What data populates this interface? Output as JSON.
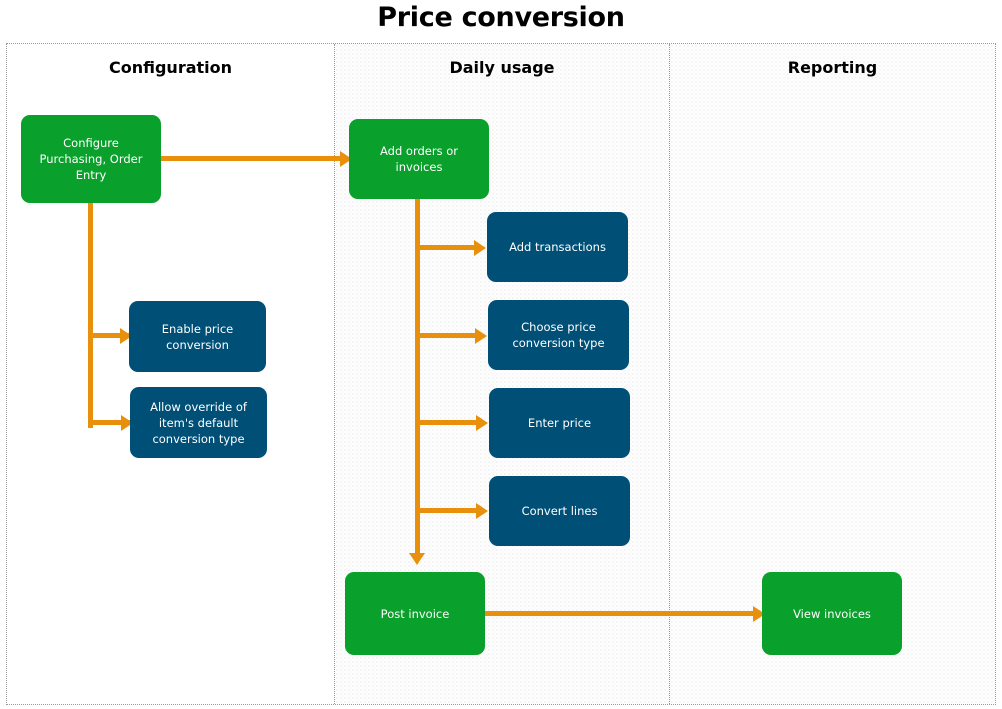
{
  "title": "Price conversion",
  "lanes": [
    {
      "id": "configuration",
      "label": "Configuration"
    },
    {
      "id": "daily-usage",
      "label": "Daily usage"
    },
    {
      "id": "reporting",
      "label": "Reporting"
    }
  ],
  "colors": {
    "green": "#0AA02C",
    "navy": "#004F76",
    "orange": "#E8900C",
    "lane_border": "#9A9A9A",
    "title_text": "#000000",
    "node_text": "#FFFFFF"
  },
  "nodes": [
    {
      "id": "configure-purchasing-order-entry",
      "lane": "configuration",
      "type": "green",
      "label": "Configure Purchasing, Order Entry"
    },
    {
      "id": "enable-price-conversion",
      "lane": "configuration",
      "type": "navy",
      "label": "Enable price conversion"
    },
    {
      "id": "allow-override-conversion-type",
      "lane": "configuration",
      "type": "navy",
      "label": "Allow override of item's default conversion type"
    },
    {
      "id": "add-orders-or-invoices",
      "lane": "daily-usage",
      "type": "green",
      "label": "Add orders or invoices"
    },
    {
      "id": "add-transactions",
      "lane": "daily-usage",
      "type": "navy",
      "label": "Add transactions"
    },
    {
      "id": "choose-price-conversion-type",
      "lane": "daily-usage",
      "type": "navy",
      "label": "Choose price conversion type"
    },
    {
      "id": "enter-price",
      "lane": "daily-usage",
      "type": "navy",
      "label": "Enter price"
    },
    {
      "id": "convert-lines",
      "lane": "daily-usage",
      "type": "navy",
      "label": "Convert lines"
    },
    {
      "id": "post-invoice",
      "lane": "daily-usage",
      "type": "green",
      "label": "Post invoice"
    },
    {
      "id": "view-invoices",
      "lane": "reporting",
      "type": "green",
      "label": "View invoices"
    }
  ],
  "edges": [
    {
      "from": "configure-purchasing-order-entry",
      "to": "add-orders-or-invoices"
    },
    {
      "from": "configure-purchasing-order-entry",
      "to": "enable-price-conversion"
    },
    {
      "from": "configure-purchasing-order-entry",
      "to": "allow-override-conversion-type"
    },
    {
      "from": "add-orders-or-invoices",
      "to": "add-transactions"
    },
    {
      "from": "add-orders-or-invoices",
      "to": "choose-price-conversion-type"
    },
    {
      "from": "add-orders-or-invoices",
      "to": "enter-price"
    },
    {
      "from": "add-orders-or-invoices",
      "to": "convert-lines"
    },
    {
      "from": "add-orders-or-invoices",
      "to": "post-invoice"
    },
    {
      "from": "post-invoice",
      "to": "view-invoices"
    }
  ]
}
